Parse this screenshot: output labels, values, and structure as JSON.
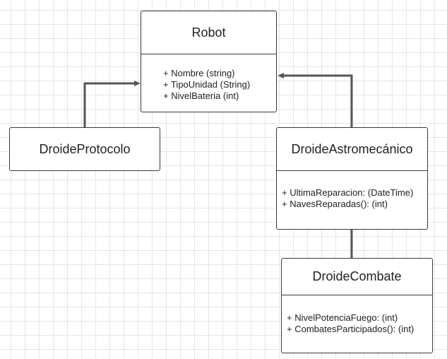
{
  "classes": {
    "robot": {
      "name": "Robot",
      "attributes": [
        "+ Nombre (string)",
        "+ TipoUnidad (String)",
        "+ NivelBateria (int)"
      ]
    },
    "droide_protocolo": {
      "name": "DroideProtocolo",
      "attributes": []
    },
    "droide_astromecanico": {
      "name": "DroideAstromecánico",
      "attributes": [
        "+ UltimaReparacion: (DateTime)",
        "+ NavesReparadas(): (int)"
      ]
    },
    "droide_combate": {
      "name": "DroideCombate",
      "attributes": [
        "+ NivelPotenciaFuego: (int)",
        "+ CombatesParticipados(): (int)"
      ]
    }
  },
  "relations": [
    {
      "from": "droide_protocolo",
      "to": "robot",
      "type": "inheritance"
    },
    {
      "from": "droide_astromecanico",
      "to": "robot",
      "type": "inheritance"
    },
    {
      "from": "droide_combate",
      "to": "droide_astromecanico",
      "type": "inheritance"
    }
  ],
  "colors": {
    "line": "#555555",
    "border": "#3a3a3a",
    "grid": "#e6e6e6"
  }
}
